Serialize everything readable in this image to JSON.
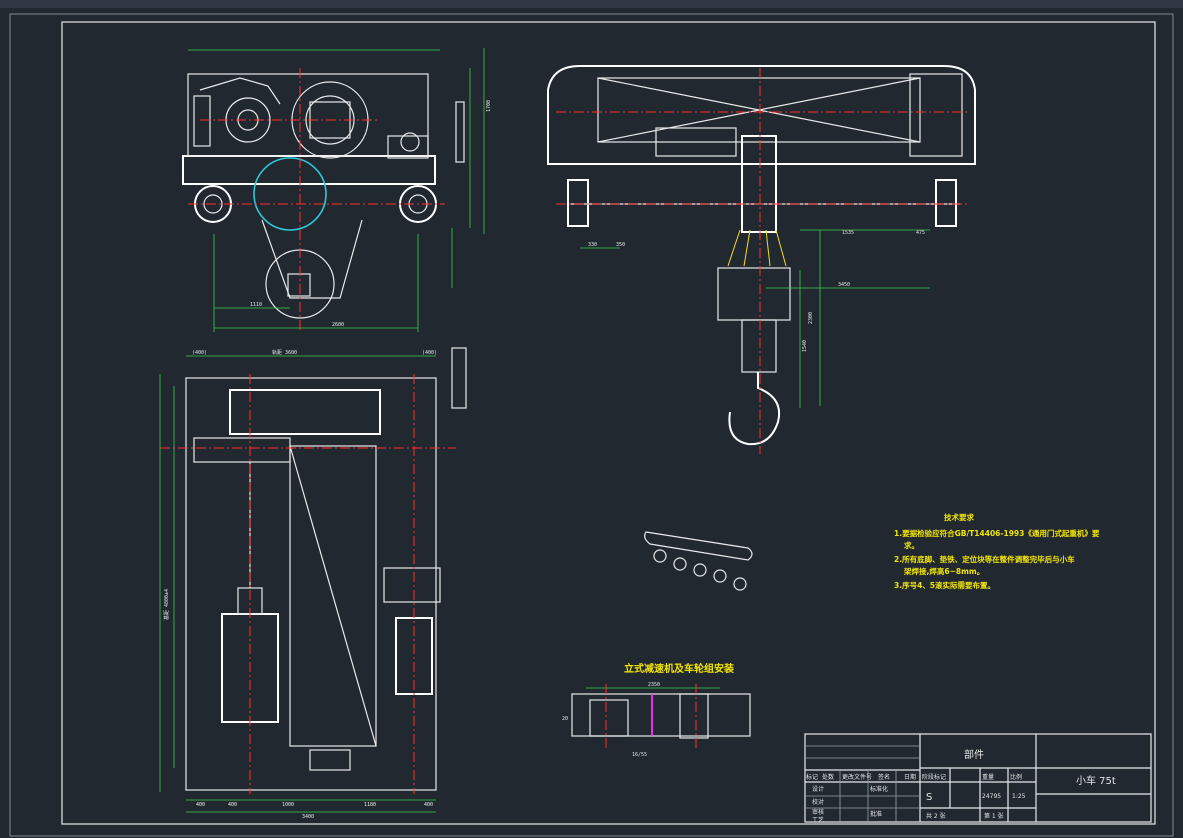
{
  "drawing": {
    "section_title": "立式减速机及车轮组安装",
    "tech_req": {
      "title": "技术要求",
      "items": [
        "1.要据检验应符合GB/T14406-1993《通用门式起重机》要",
        "求。",
        "2.所有底脚、垫铁、定位块等在整件调整完毕后与小车",
        "架焊接,焊高6~8mm。",
        "3.序号4、5滚实际需要布置。"
      ]
    },
    "dims": {
      "top_view_width": "轨距 3600",
      "left_offset": "(400)",
      "right_offset": "(400)",
      "base_length": "3400",
      "bottom_segments": [
        "400",
        "400",
        "1000",
        "1180",
        "400"
      ],
      "side_total": "基距 4800±4",
      "front_height": "1700",
      "front_width": "2600",
      "front_sub": "1110",
      "hook_dim_1": "3450",
      "hook_dim_2": "2300",
      "hook_dim_3": "1540",
      "rail_dim": "1535",
      "rail_dim_2": "475",
      "small_dim_1": "330",
      "small_dim_2": "350",
      "sec_dim": "2350",
      "sec_small": "20",
      "sec_tol": "16/55"
    },
    "title_block": {
      "part_name": "部件",
      "drawing_name": "小车 75t",
      "scale_label": "比例",
      "scale": "1:25",
      "weight_label": "重量",
      "weight": "24795",
      "stage_label": "阶段标记",
      "stage_mark": "S",
      "sheet_total": "共 2 张",
      "sheet_no": "第 1 张",
      "roles": [
        "标记",
        "处数",
        "更改文件号",
        "签名",
        "日期"
      ],
      "role_rows": [
        "设计",
        "校对",
        "审核",
        "工艺"
      ],
      "std_label": "标准化",
      "approve_label": "批准"
    }
  }
}
